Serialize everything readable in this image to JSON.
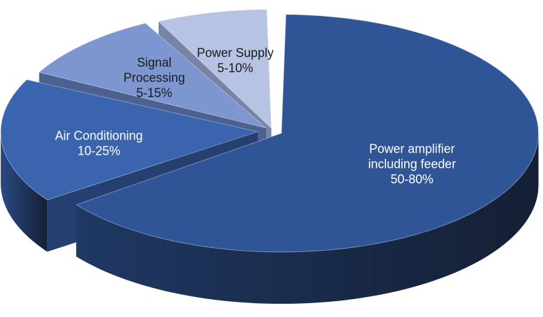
{
  "chart_data": {
    "type": "pie",
    "style": "3d-exploded",
    "title": "",
    "slices": [
      {
        "label_lines": [
          "Power amplifier",
          "including feeder",
          "50-80%"
        ],
        "range": [
          50,
          80
        ],
        "value": 65,
        "top_color": "#2f5597",
        "side_color": "#1f3864",
        "label_color": "#ffffff"
      },
      {
        "label_lines": [
          "Air Conditioning",
          "10-25%"
        ],
        "range": [
          10,
          25
        ],
        "value": 17.5,
        "top_color": "#3a64ad",
        "side_color": "#2a4a84",
        "label_color": "#ffffff"
      },
      {
        "label_lines": [
          "Signal",
          "Processing",
          "5-15%"
        ],
        "range": [
          5,
          15
        ],
        "value": 10,
        "top_color": "#7e96d0",
        "side_color": "#5b72aa",
        "label_color": "#1a1a1a"
      },
      {
        "label_lines": [
          "Power Supply",
          "5-10%"
        ],
        "range": [
          5,
          10
        ],
        "value": 7.5,
        "top_color": "#b7c3e2",
        "side_color": "#8d9bc3",
        "label_color": "#1a1a1a"
      }
    ]
  }
}
